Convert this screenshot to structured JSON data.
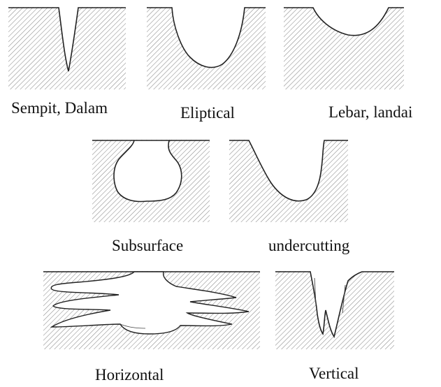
{
  "labels": {
    "sempit_dalam": "Sempit, Dalam",
    "eliptical": "Eliptical",
    "lebar_landai": "Lebar, landai",
    "subsurface": "Subsurface",
    "undercutting": "undercutting",
    "horizontal": "Horizontal",
    "vertical": "Vertical"
  },
  "colors": {
    "hatch": "#8a8a8a",
    "outline": "#222222",
    "text": "#111111"
  }
}
